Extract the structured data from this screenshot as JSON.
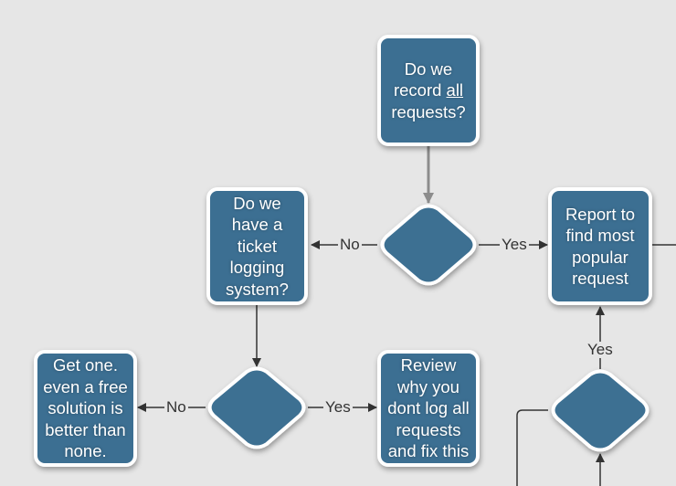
{
  "nodes": {
    "record_all": {
      "before": "Do we\nrecord ",
      "underline": "all",
      "after": "\nrequests?"
    },
    "ticket_system": "Do we\nhave a\nticket\nlogging\nsystem?",
    "report": "Report to\nfind most\npopular\nrequest",
    "get_one": "Get one.\neven a free\nsolution is\nbetter than\nnone.",
    "review": "Review\nwhy you\ndont log all\nrequests\nand fix this"
  },
  "edge_labels": {
    "no_to_ticket": "No",
    "yes_to_report": "Yes",
    "no_to_get_one": "No",
    "yes_to_review": "Yes",
    "yes_up_to_report": "Yes"
  },
  "colors": {
    "node_fill": "#3c6f92",
    "node_border": "#ffffff",
    "connector": "#333333",
    "connector_gray": "#8c8c8c",
    "background": "#e6e6e6"
  }
}
